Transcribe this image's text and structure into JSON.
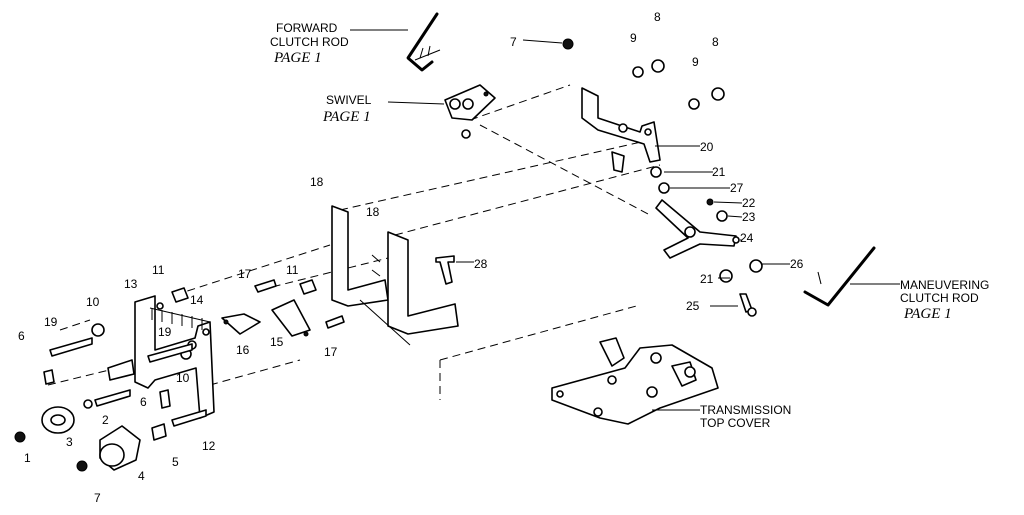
{
  "callouts": {
    "forward_rod": [
      "FORWARD",
      "CLUTCH ROD",
      "PAGE 1"
    ],
    "swivel": [
      "SWIVEL",
      "PAGE 1"
    ],
    "maneuvering_rod": [
      "MANEUVERING",
      "CLUTCH ROD",
      "PAGE 1"
    ],
    "transmission": [
      "TRANSMISSION",
      "TOP COVER"
    ]
  },
  "part_numbers": [
    "1",
    "2",
    "3",
    "4",
    "5",
    "6",
    "6",
    "7",
    "7",
    "8",
    "8",
    "9",
    "9",
    "10",
    "10",
    "11",
    "11",
    "12",
    "13",
    "14",
    "15",
    "16",
    "17",
    "17",
    "18",
    "18",
    "19",
    "19",
    "20",
    "21",
    "21",
    "22",
    "23",
    "24",
    "25",
    "26",
    "27",
    "28"
  ]
}
